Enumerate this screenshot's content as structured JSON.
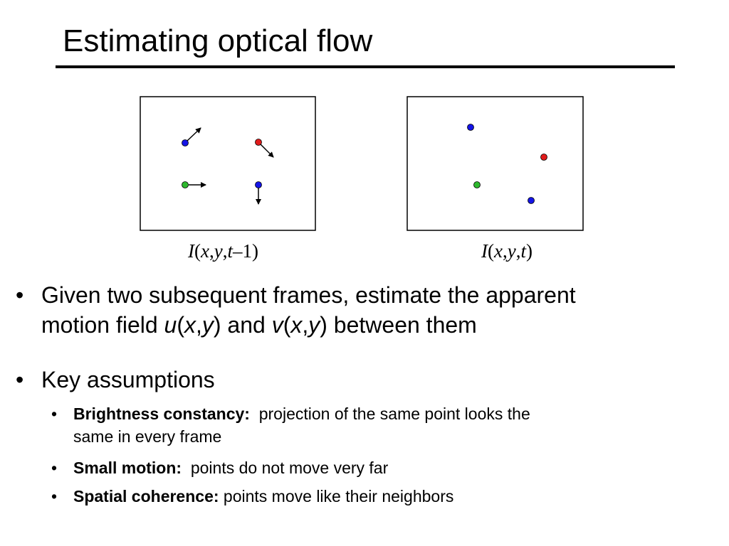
{
  "title": "Estimating optical flow",
  "figure": {
    "left_frame_caption": {
      "I": "I",
      "open": "(",
      "x": "x",
      "c1": ",",
      "y": "y",
      "c2": ",",
      "t": "t",
      "suffix": "–1)"
    },
    "right_frame_caption": {
      "I": "I",
      "open": "(",
      "x": "x",
      "c1": ",",
      "y": "y",
      "c2": ",",
      "t": "t",
      "suffix": ")"
    },
    "point_colors": {
      "blue": "#1414e6",
      "red": "#e01b1b",
      "green": "#2db82d"
    }
  },
  "bullets": {
    "b1": {
      "marker": "•",
      "line1": "Given two subsequent frames, estimate the apparent",
      "line2_prefix": "motion field ",
      "u": "u",
      "open1": "(",
      "x1": "x",
      "comma1": ",",
      "y1": "y",
      "close1": ")",
      "and": " and ",
      "v": "v",
      "open2": "(",
      "x2": "x",
      "comma2": ",",
      "y2": "y",
      "close2": ")",
      "suffix": " between them"
    },
    "b2": {
      "marker": "•",
      "text": "Key assumptions"
    },
    "sub": [
      {
        "marker": "•",
        "label": "Brightness constancy:",
        "text_line1": "  projection of the same point looks the",
        "text_line2": "same in every frame"
      },
      {
        "marker": "•",
        "label": "Small motion:",
        "text": "  points do not move very far"
      },
      {
        "marker": "•",
        "label": "Spatial coherence:",
        "text": " points move like their neighbors"
      }
    ]
  }
}
